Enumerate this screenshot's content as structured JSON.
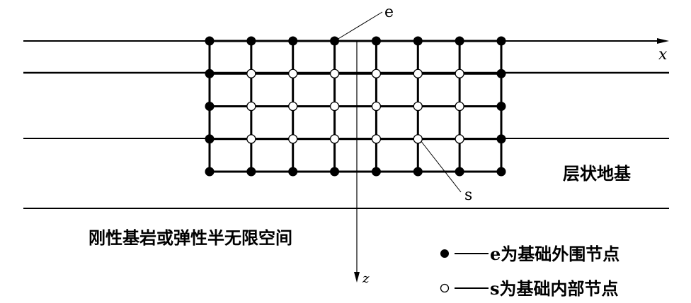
{
  "labels": {
    "x_axis": "x",
    "z_axis": "z",
    "edge_node": "e",
    "inner_node": "s",
    "layered_foundation": "层状地基",
    "bedrock": "刚性基岩或弹性半无限空间"
  },
  "legend": [
    {
      "marker": "filled-circle",
      "text": "e为基础外围节点"
    },
    {
      "marker": "open-circle",
      "text": "s为基础内部节点"
    }
  ],
  "grid": {
    "columns": 8,
    "rows": 5
  },
  "colors": {
    "line": "#000000",
    "background": "#ffffff"
  }
}
